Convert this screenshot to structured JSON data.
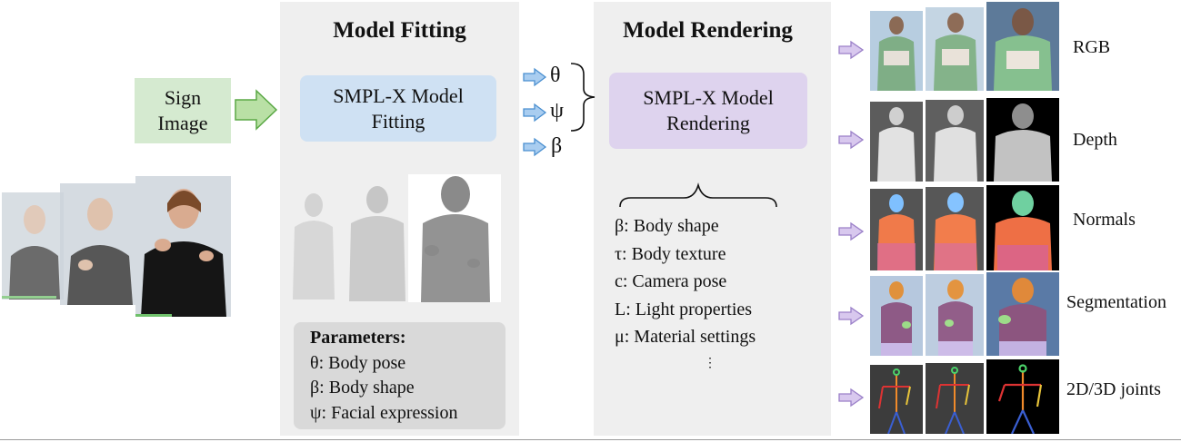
{
  "stages": {
    "input": {
      "label": "Sign\nImage"
    },
    "fitting": {
      "title": "Model Fitting",
      "box_label": "SMPL-X Model\nFitting",
      "parameters_title": "Parameters:",
      "parameters": [
        "θ: Body pose",
        "β: Body shape",
        "ψ: Facial expression"
      ]
    },
    "rendering": {
      "title": "Model Rendering",
      "box_label": "SMPL-X Model\nRendering",
      "inputs": [
        "θ",
        "ψ",
        "β"
      ],
      "parameters": [
        "β: Body shape",
        "τ: Body texture",
        "c: Camera pose",
        "L: Light properties",
        "μ: Material settings"
      ],
      "ellipsis": "⋮"
    }
  },
  "outputs": [
    {
      "label": "RGB"
    },
    {
      "label": "Depth"
    },
    {
      "label": "Normals"
    },
    {
      "label": "Segmentation"
    },
    {
      "label": "2D/3D joints"
    }
  ],
  "colors": {
    "input_box": "#d5ead0",
    "fitting_box": "#cfe1f3",
    "rendering_box": "#ded3ee",
    "green_arrow": "#b9e0a5",
    "blue_arrow": "#a9cdf0",
    "purple_arrow": "#d8c8ee",
    "panel": "#efefef"
  }
}
